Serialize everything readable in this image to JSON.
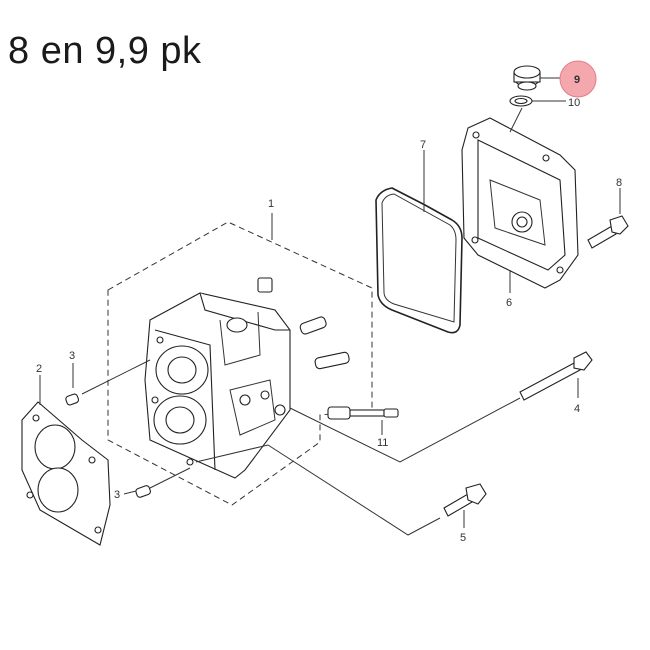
{
  "title": "8 en 9,9 pk",
  "highlight_color": "#f4a8ae",
  "callouts": {
    "c1": "1",
    "c2": "2",
    "c3a": "3",
    "c3b": "3",
    "c4": "4",
    "c5": "5",
    "c6": "6",
    "c7": "7",
    "c8": "8",
    "c9": "9",
    "c10": "10",
    "c11": "11"
  }
}
